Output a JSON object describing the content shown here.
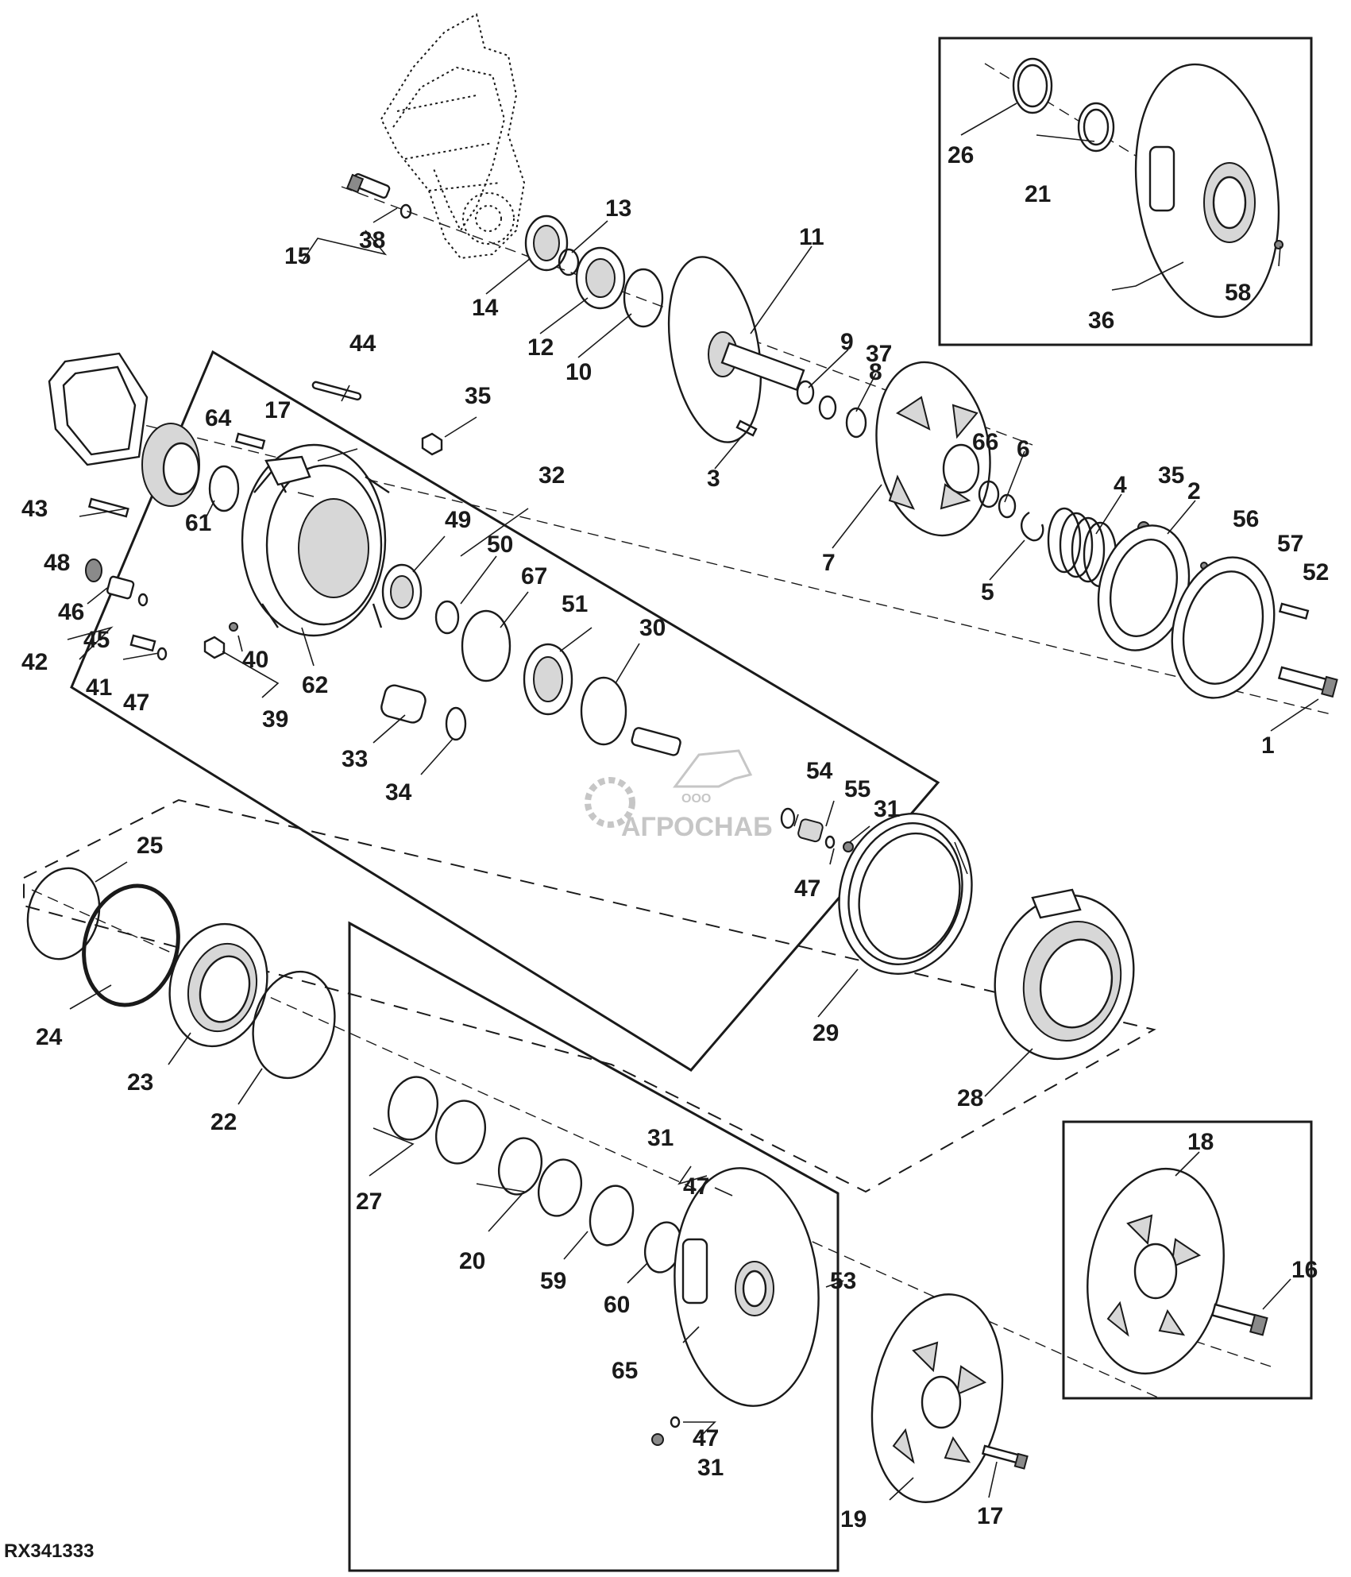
{
  "figure_id": "RX341333",
  "watermark": {
    "prefix": "ООО",
    "name": "АГРОСНАБ",
    "color": "#b8b8b8"
  },
  "callouts": [
    "1",
    "2",
    "3",
    "4",
    "5",
    "6",
    "7",
    "8",
    "9",
    "10",
    "11",
    "12",
    "13",
    "14",
    "15",
    "16",
    "17",
    "17",
    "18",
    "19",
    "20",
    "21",
    "22",
    "23",
    "24",
    "25",
    "26",
    "27",
    "28",
    "29",
    "30",
    "31",
    "31",
    "31",
    "32",
    "33",
    "34",
    "35",
    "35",
    "36",
    "37",
    "38",
    "39",
    "40",
    "41",
    "42",
    "43",
    "44",
    "45",
    "46",
    "47",
    "47",
    "47",
    "47",
    "48",
    "49",
    "50",
    "51",
    "52",
    "53",
    "54",
    "55",
    "56",
    "57",
    "58",
    "59",
    "60",
    "61",
    "62",
    "64",
    "65",
    "66",
    "67"
  ],
  "colors": {
    "line": "#1a1a1a",
    "background": "#ffffff",
    "shade": "#d7d7d7"
  }
}
